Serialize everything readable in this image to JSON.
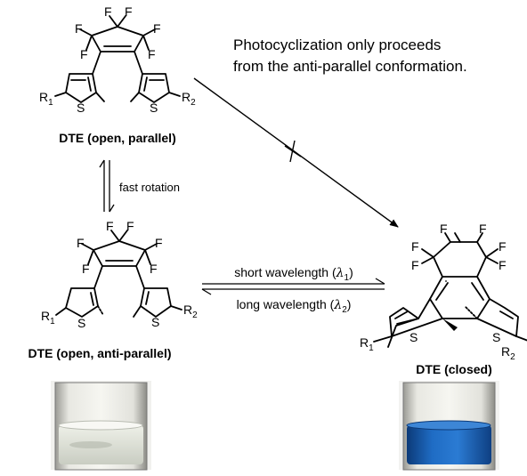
{
  "note": {
    "line1": "Photocyclization only proceeds",
    "line2": "from the anti-parallel conformation."
  },
  "atoms": {
    "fluorine": "F",
    "sulfur": "S",
    "r1": "R",
    "r1_sub": "1",
    "r2": "R",
    "r2_sub": "2"
  },
  "molecules": {
    "parallel": {
      "caption": "DTE (open, parallel)"
    },
    "anti_parallel": {
      "caption": "DTE (open, anti-parallel)"
    },
    "closed": {
      "caption": "DTE (closed)"
    }
  },
  "arrows": {
    "rotation_label": "fast rotation",
    "forward": {
      "text": "short wavelength (",
      "symbol": "λ",
      "sub": "1",
      "close": ")"
    },
    "backward": {
      "text": "long wavelength (",
      "symbol": "λ",
      "sub": "2",
      "close": ")"
    }
  },
  "photos": {
    "left": {
      "liquid_color": "#d9ddd2",
      "description": "colorless solution"
    },
    "right": {
      "liquid_color": "#1a5fb0",
      "description": "blue solution"
    }
  }
}
